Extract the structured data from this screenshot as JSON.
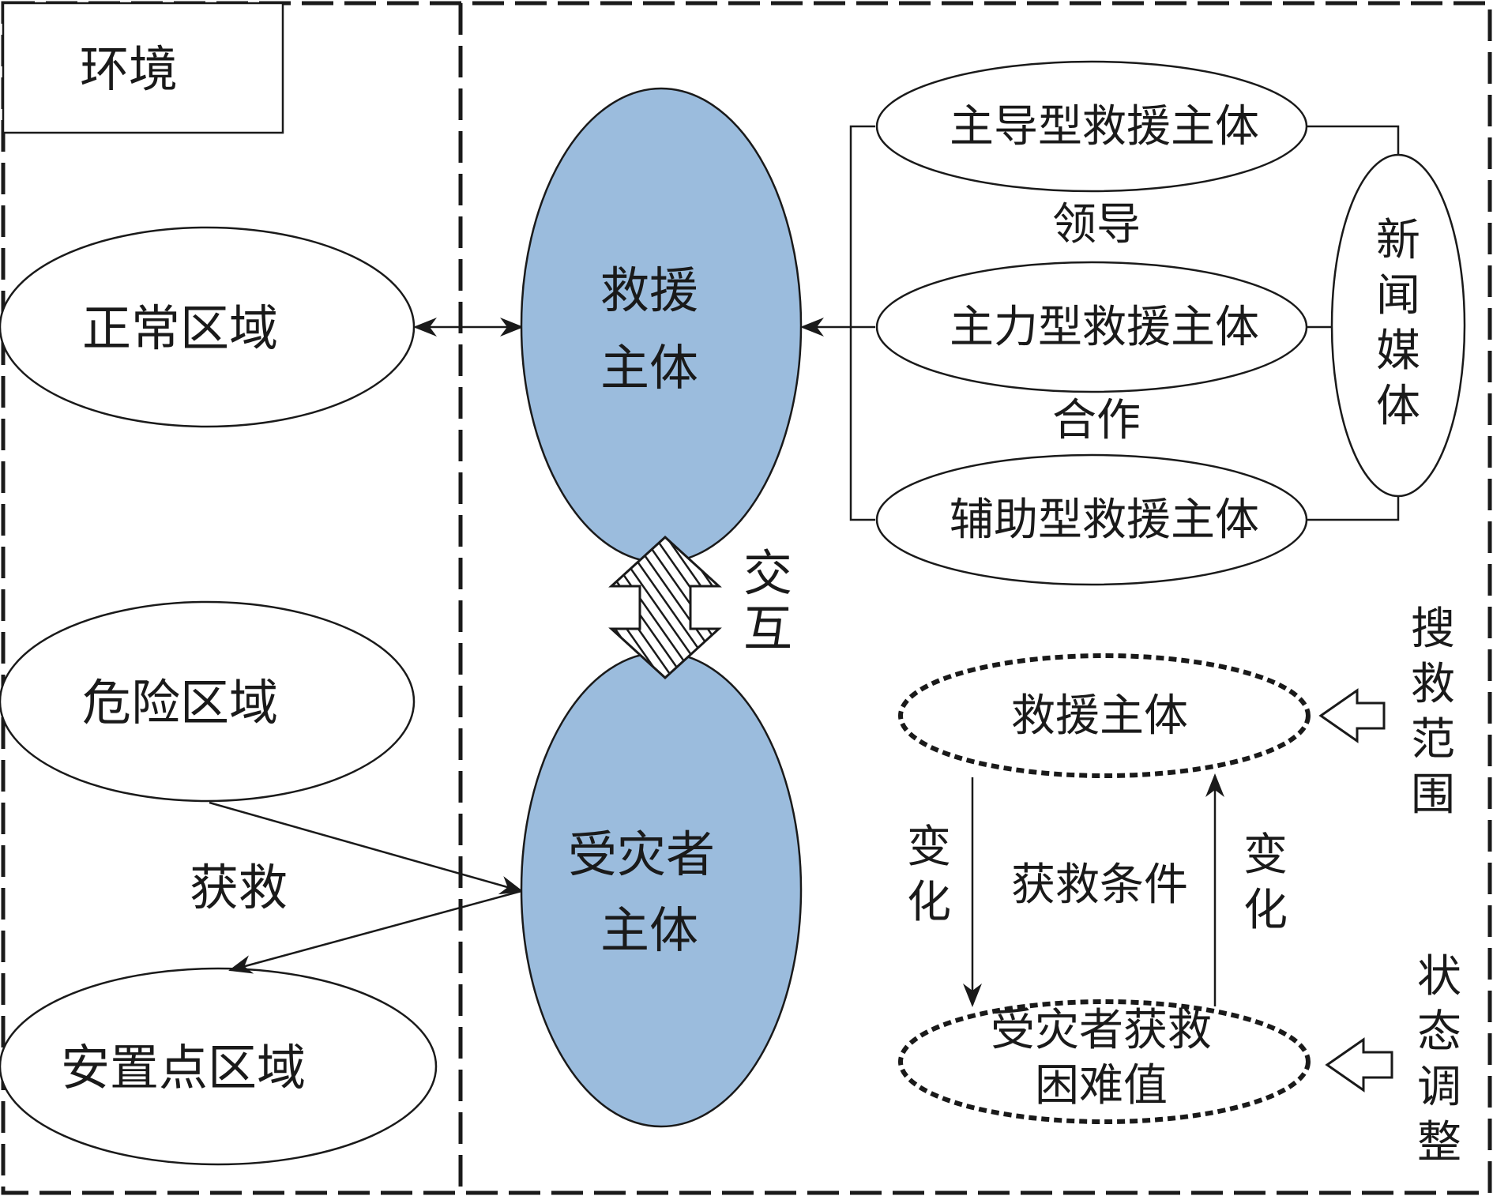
{
  "environment_label": "环境",
  "zones": {
    "normal": "正常区域",
    "danger": "危险区域",
    "shelter": "安置点区域"
  },
  "central": {
    "rescue_line1": "救援",
    "rescue_line2": "主体",
    "victim_line1": "受灾者",
    "victim_line2": "主体",
    "interaction_line1": "交",
    "interaction_line2": "互"
  },
  "rescue_types": {
    "leading": "主导型救援主体",
    "main_force": "主力型救援主体",
    "auxiliary": "辅助型救援主体"
  },
  "relations": {
    "lead": "领导",
    "cooperate": "合作",
    "rescued": "获救"
  },
  "media": [
    "新",
    "闻",
    "媒",
    "体"
  ],
  "loop": {
    "rescue_entity": "救援主体",
    "difficulty_line1": "受灾者获救",
    "difficulty_line2": "困难值",
    "condition": "获救条件",
    "change_left": [
      "变",
      "化"
    ],
    "change_right": [
      "变",
      "化"
    ]
  },
  "side_labels": {
    "search_range": [
      "搜",
      "救",
      "范",
      "围"
    ],
    "state_adjust": [
      "状",
      "态",
      "调",
      "整"
    ]
  },
  "colors": {
    "blue_fill": "#9bbcdd",
    "line": "#1a1a1a"
  }
}
